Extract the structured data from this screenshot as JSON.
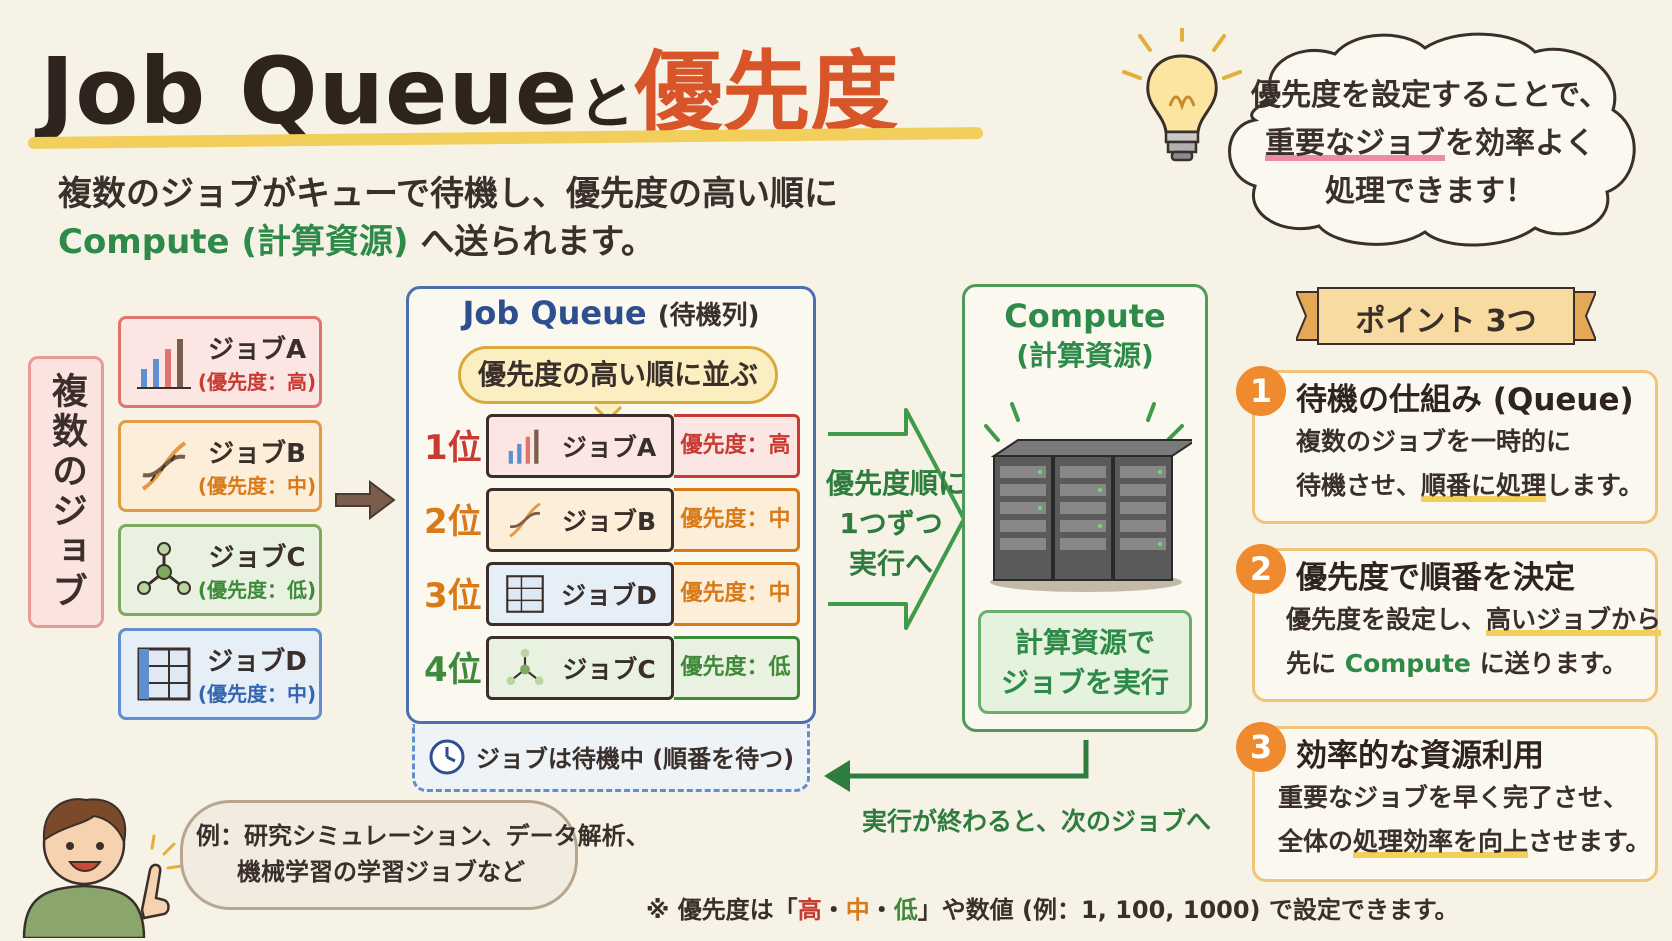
{
  "title": {
    "part1": "Job Queue",
    "part2": "と",
    "part3": "優先度"
  },
  "intro": {
    "line1": "複数のジョブがキューで待機し、優先度の高い順に",
    "line2_green": "Compute (計算資源)",
    "line2_rest": " へ送られます。"
  },
  "cloud": {
    "line1": "優先度を設定することで、",
    "line2_highlight": "重要なジョブ",
    "line2_rest": "を効率よく",
    "line3": "処理できます！"
  },
  "left_label": "複数のジョブ",
  "jobs": [
    {
      "name": "ジョブA",
      "priority": "(優先度：高)"
    },
    {
      "name": "ジョブB",
      "priority": "(優先度：中)"
    },
    {
      "name": "ジョブC",
      "priority": "(優先度：低)"
    },
    {
      "name": "ジョブD",
      "priority": "(優先度：中)"
    }
  ],
  "queue": {
    "title": "Job Queue",
    "title_sub": "(待機列)",
    "pill": "優先度の高い順に並ぶ",
    "rows": [
      {
        "rank": "1位",
        "job": "ジョブA",
        "priority": "優先度：高"
      },
      {
        "rank": "2位",
        "job": "ジョブB",
        "priority": "優先度：中"
      },
      {
        "rank": "3位",
        "job": "ジョブD",
        "priority": "優先度：中"
      },
      {
        "rank": "4位",
        "job": "ジョブC",
        "priority": "優先度：低"
      }
    ],
    "waiting": "ジョブは待機中 (順番を待つ)"
  },
  "flow": {
    "line1": "優先度順に",
    "line2": "1つずつ",
    "line3": "実行へ",
    "return": "実行が終わると、次のジョブへ"
  },
  "compute": {
    "title1": "Compute",
    "title2": "(計算資源)",
    "caption1": "計算資源で",
    "caption2": "ジョブを実行"
  },
  "points": {
    "banner": "ポイント 3つ",
    "items": [
      {
        "num": "1",
        "head": "待機の仕組み (Queue)",
        "b1": "複数のジョブを一時的に",
        "b2a": "待機させ、",
        "b2h": "順番に処理",
        "b2b": "します。"
      },
      {
        "num": "2",
        "head": "優先度で順番を決定",
        "b1a": "優先度を設定し、",
        "b1h": "高いジョブから",
        "b2a": "先に ",
        "b2g": "Compute",
        "b2b": " に送ります。"
      },
      {
        "num": "3",
        "head": "効率的な資源利用",
        "b1": "重要なジョブを早く完了させ、",
        "b2a": "全体の",
        "b2h": "処理効率を向上",
        "b2b": "させます。"
      }
    ]
  },
  "example": {
    "line1": "例：研究シミュレーション、データ解析、",
    "line2": "機械学習の学習ジョブなど"
  },
  "footnote": {
    "a": "※ 優先度は「",
    "high": "高",
    "dot1": "・",
    "mid": "中",
    "dot2": "・",
    "low": "低",
    "b": "」や数値 (例：1, 100, 1000) で設定できます。"
  },
  "colors": {
    "accent_orange": "#d8552a",
    "queue_blue": "#4b6fb0",
    "compute_green": "#4f9a5a",
    "priority_high": "#c73b33",
    "priority_mid": "#d77a17",
    "priority_low": "#3f8a3a"
  }
}
